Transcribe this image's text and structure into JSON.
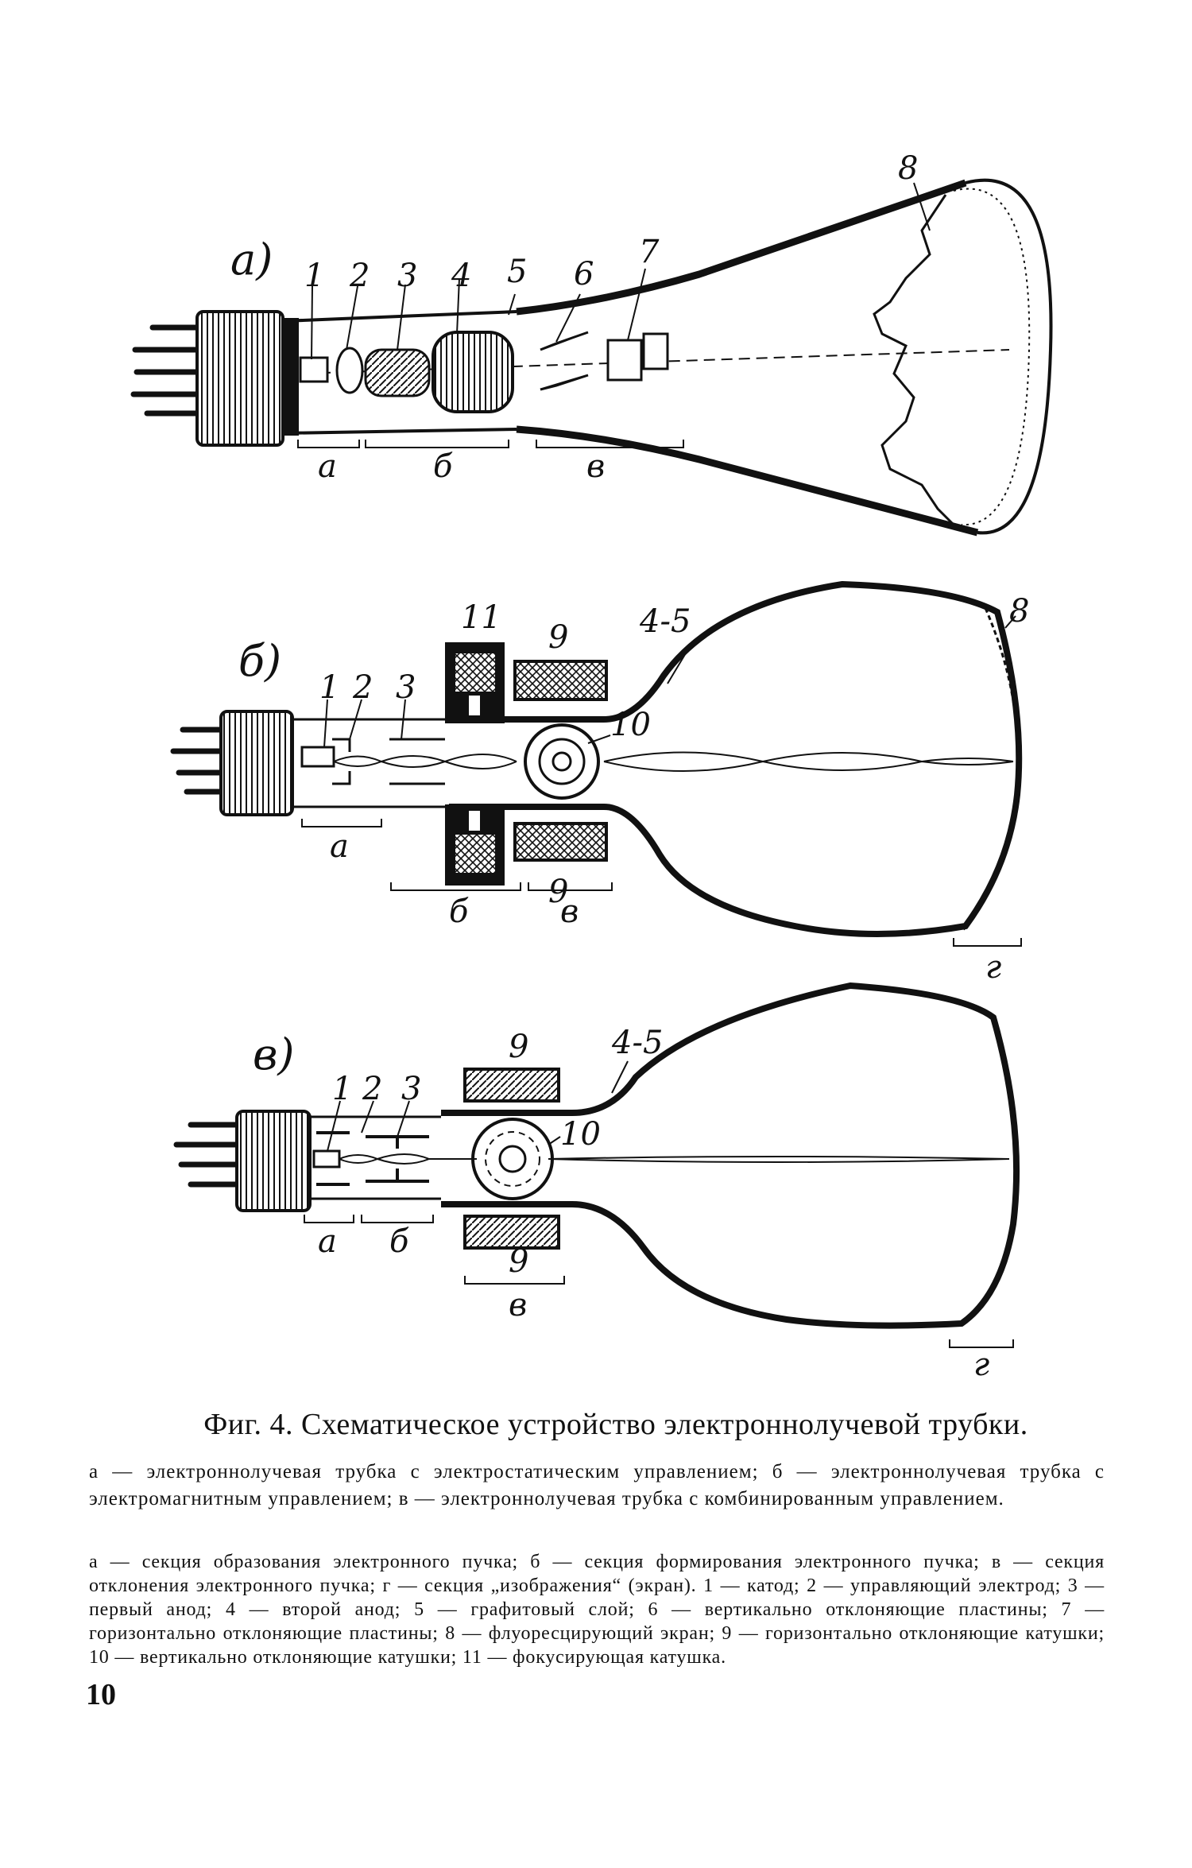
{
  "figure": {
    "panels": {
      "a": {
        "title": "а)",
        "numbers": [
          "1",
          "2",
          "3",
          "4",
          "5",
          "6",
          "7",
          "8"
        ],
        "sections": [
          "а",
          "б",
          "в"
        ]
      },
      "b": {
        "title": "б)",
        "numbers": [
          "1",
          "2",
          "3",
          "9",
          "11",
          "4-5",
          "8",
          "10",
          "9"
        ],
        "sections": [
          "а",
          "б",
          "в",
          "г"
        ]
      },
      "c": {
        "title": "в)",
        "numbers": [
          "1",
          "2",
          "3",
          "9",
          "4-5",
          "10",
          "9"
        ],
        "sections": [
          "а",
          "б",
          "в",
          "г"
        ]
      }
    }
  },
  "caption": {
    "title": "Фиг. 4. Схематическое устройство электроннолучевой трубки.",
    "subtitle": "а — электроннолучевая трубка с электростатическим управлением; б — электроннолучевая трубка с электромагнитным управлением; в — электроннолучевая трубка с комбинированным управлением.",
    "legend": "а — секция образования электронного пучка; б — секция формирования электронного пучка; в — секция отклонения электронного пучка; г — секция „изображения“ (экран). 1 — катод; 2 — управляющий электрод; 3 — первый анод; 4 — второй анод; 5 — графитовый слой; 6 — вертикально отклоняющие пластины; 7 — горизонтально отклоняющие пластины; 8 — флуоресцирующий экран; 9 — горизонтально отклоняющие катушки; 10 — вертикально отклоняющие катушки; 11 — фокусирующая катушка."
  },
  "page": {
    "number": "10"
  }
}
